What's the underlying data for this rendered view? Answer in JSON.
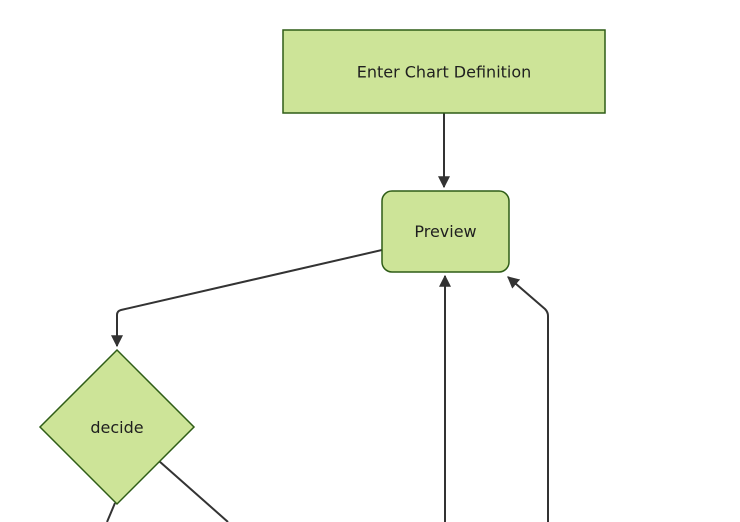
{
  "diagram": {
    "type": "flowchart",
    "direction": "top-down",
    "nodes": [
      {
        "id": "A",
        "label": "Enter Chart Definition",
        "shape": "rectangle"
      },
      {
        "id": "B",
        "label": "Preview",
        "shape": "rounded-rectangle"
      },
      {
        "id": "C",
        "label": "decide",
        "shape": "diamond"
      }
    ],
    "edges": [
      {
        "from": "A",
        "to": "B",
        "arrow": true
      },
      {
        "from": "B",
        "to": "C",
        "arrow": true
      },
      {
        "from": "offscreen-bottom-1",
        "to": "B",
        "arrow": true
      },
      {
        "from": "offscreen-bottom-2",
        "to": "B",
        "arrow": true
      },
      {
        "from": "C",
        "to": "offscreen-bottom-left-1",
        "arrow": false
      },
      {
        "from": "C",
        "to": "offscreen-bottom-left-2",
        "arrow": false
      }
    ],
    "colors": {
      "node_fill": "#cde498",
      "node_border": "#2f5d17",
      "edge": "#333333",
      "arrowhead": "#333333",
      "text": "#1f1f1f",
      "background": "#ffffff"
    }
  }
}
